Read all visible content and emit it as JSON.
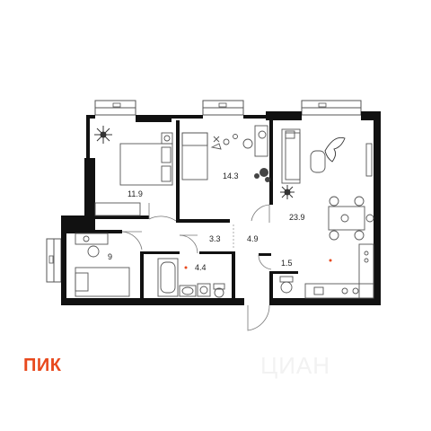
{
  "brand": {
    "name": "ПИК",
    "color": "#e8491d"
  },
  "rooms": [
    {
      "id": "bedroom-1",
      "area": "11.9"
    },
    {
      "id": "bedroom-2",
      "area": "14.3"
    },
    {
      "id": "living-kitchen",
      "area": "23.9"
    },
    {
      "id": "bedroom-3",
      "area": "9"
    },
    {
      "id": "corridor",
      "area": "3.3"
    },
    {
      "id": "hallway",
      "area": "4.9"
    },
    {
      "id": "bathroom",
      "area": "4.4"
    },
    {
      "id": "wc",
      "area": "1.5"
    }
  ],
  "watermark": {
    "text": "ЦИАН"
  },
  "colors": {
    "wall": "#111111",
    "furniture": "#555555",
    "marker": "#e8491d"
  }
}
